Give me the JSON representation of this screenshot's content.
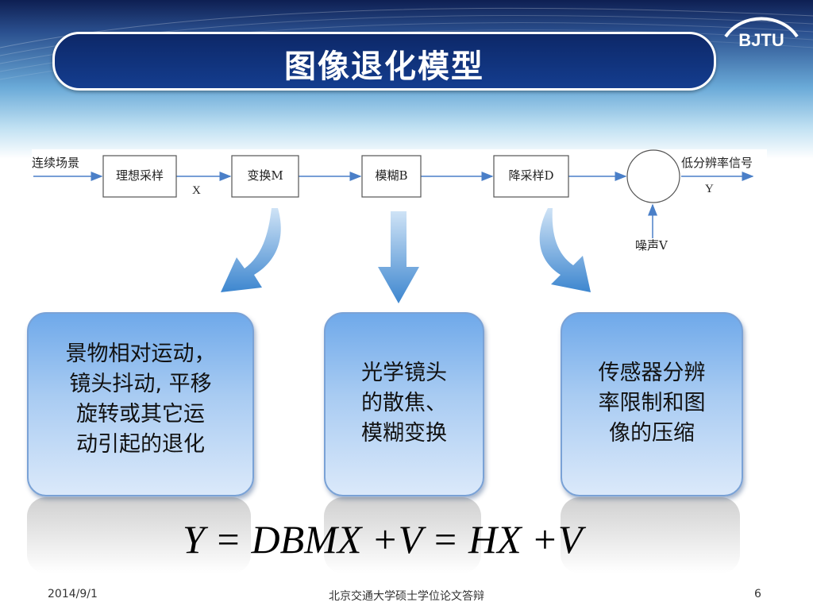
{
  "slide": {
    "title": "图像退化模型",
    "logo_text": "BJTU",
    "date": "2014/9/1",
    "footer_center": "北京交通大学硕士学位论文答辩",
    "page_number": "6"
  },
  "flow": {
    "input_label": "连续场景",
    "blocks": [
      "理想采样",
      "变换M",
      "模糊B",
      "降采样D"
    ],
    "x_label": "X",
    "output_label": "低分辨率信号",
    "y_label": "Y",
    "noise_label": "噪声V"
  },
  "cards": [
    {
      "lines": [
        "景物相对运动，",
        "镜头抖动, 平移",
        "旋转或其它运",
        "动引起的退化"
      ]
    },
    {
      "lines": [
        "光学镜头",
        "的散焦、",
        "模糊变换"
      ]
    },
    {
      "lines": [
        "传感器分辨",
        "率限制和图",
        "像的压缩"
      ]
    }
  ],
  "equation": "Y = DBMX +V = HX +V",
  "colors": {
    "title_bar": "#0d2868",
    "card_top": "#6fa9ea",
    "card_bottom": "#dbe9fa",
    "flow_arrow": "#4a7fc8",
    "big_arrow": "#3d86cf"
  }
}
